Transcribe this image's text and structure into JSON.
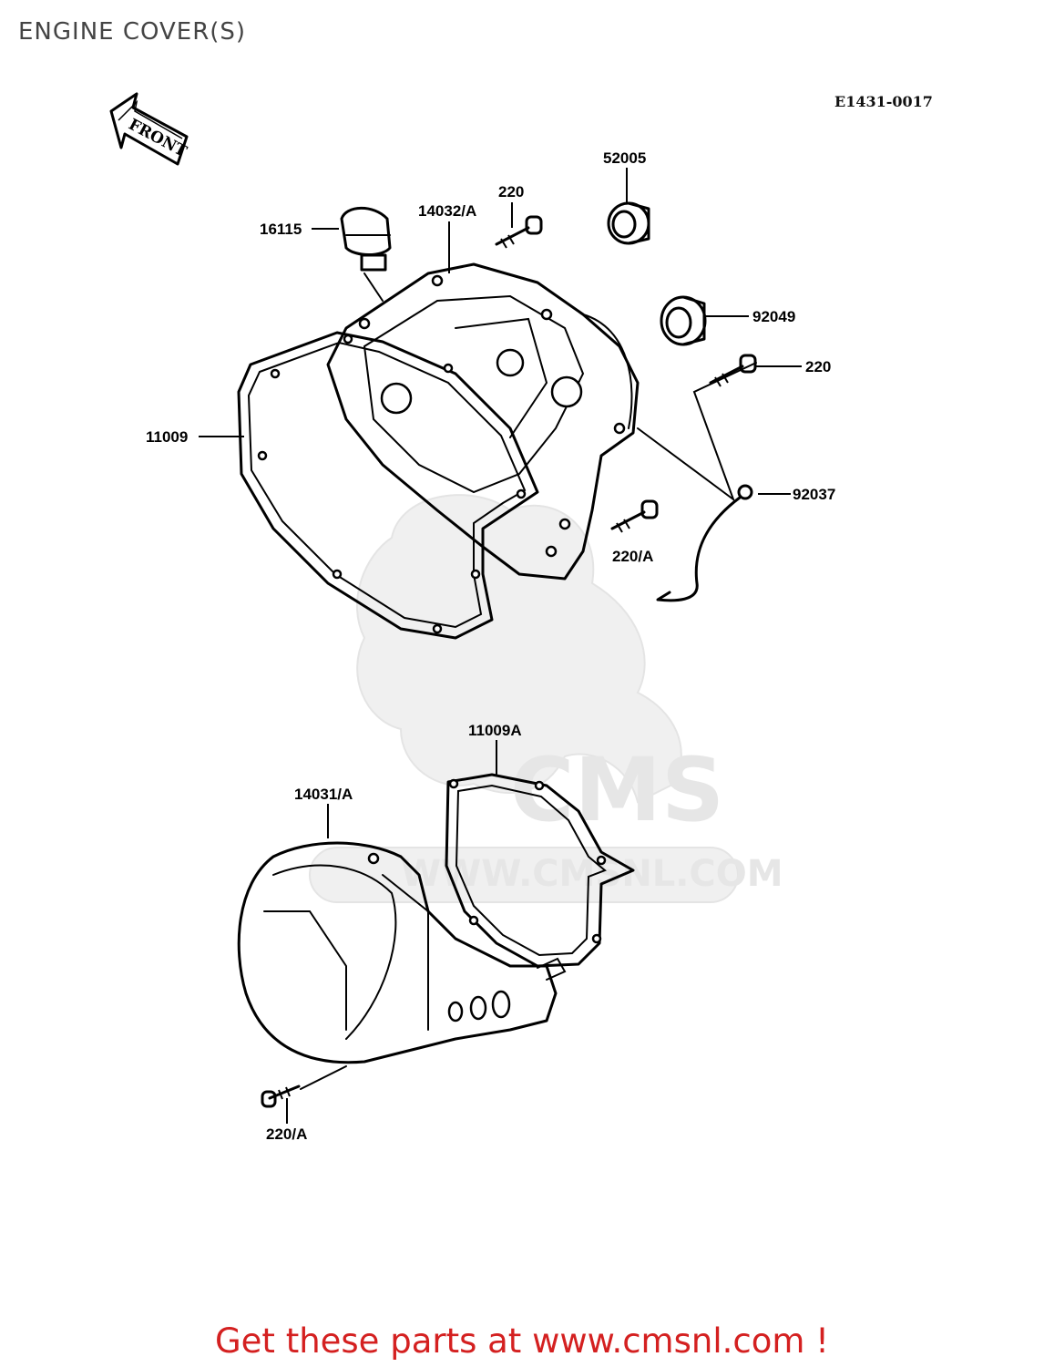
{
  "header": {
    "title": "ENGINE COVER(S)",
    "diagram_code": "E1431-0017"
  },
  "orientation": {
    "front_label": "FRONT"
  },
  "watermark": {
    "brand": "CMS",
    "url": "WWW.CMSNL.COM"
  },
  "callouts": [
    {
      "id": "16115",
      "label": "16115"
    },
    {
      "id": "14032a",
      "label": "14032/A"
    },
    {
      "id": "220-top",
      "label": "220"
    },
    {
      "id": "52005",
      "label": "52005"
    },
    {
      "id": "92049",
      "label": "92049"
    },
    {
      "id": "220-right",
      "label": "220"
    },
    {
      "id": "11009",
      "label": "11009"
    },
    {
      "id": "92037",
      "label": "92037"
    },
    {
      "id": "220a-mid",
      "label": "220/A"
    },
    {
      "id": "11009a",
      "label": "11009A"
    },
    {
      "id": "14031a",
      "label": "14031/A"
    },
    {
      "id": "220a-bottom",
      "label": "220/A"
    }
  ],
  "footer": {
    "banner": "Get these parts at www.cmsnl.com !",
    "banner_color": "#d42020"
  }
}
